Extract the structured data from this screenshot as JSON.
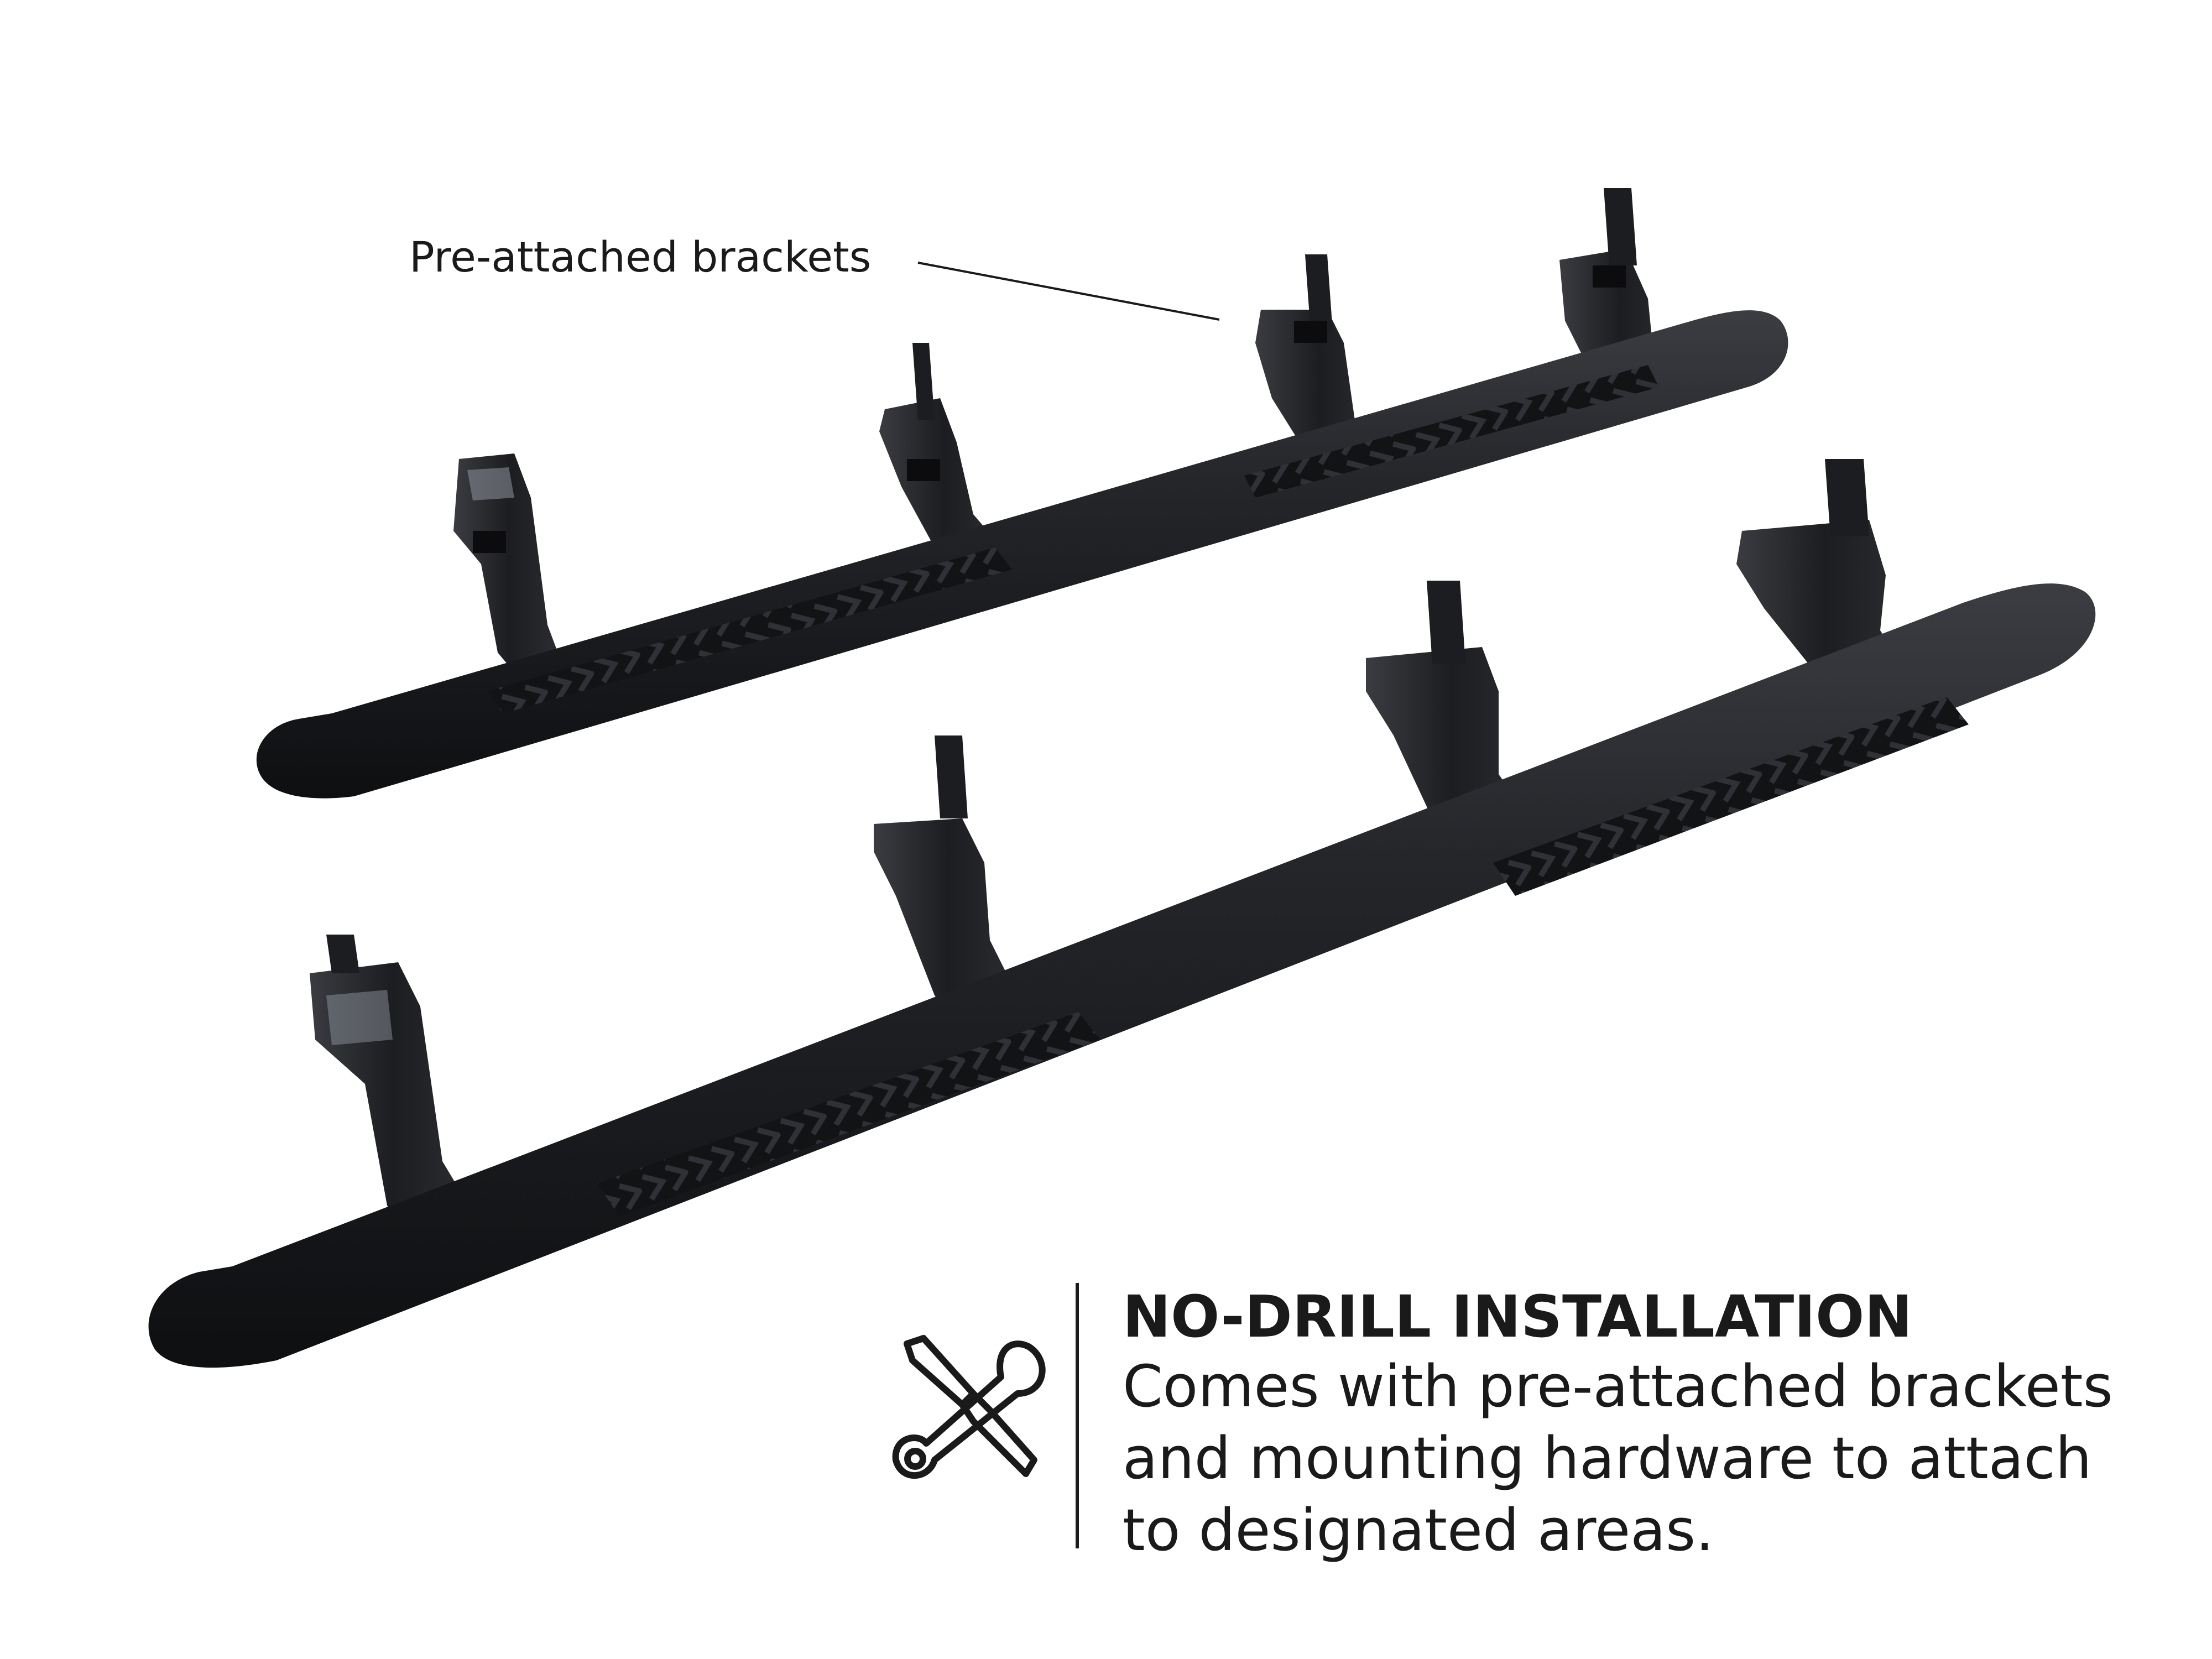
{
  "callout": {
    "label": "Pre-attached brackets"
  },
  "feature": {
    "icon": "wrench-screwdriver-icon",
    "title": "NO-DRILL INSTALLATION",
    "body_lines": [
      "Comes with pre-attached brackets",
      "and mounting hardware to attach",
      "to designated areas."
    ]
  },
  "colors": {
    "background": "#ffffff",
    "product": "#1c1d20",
    "text": "#1a1a1a"
  }
}
